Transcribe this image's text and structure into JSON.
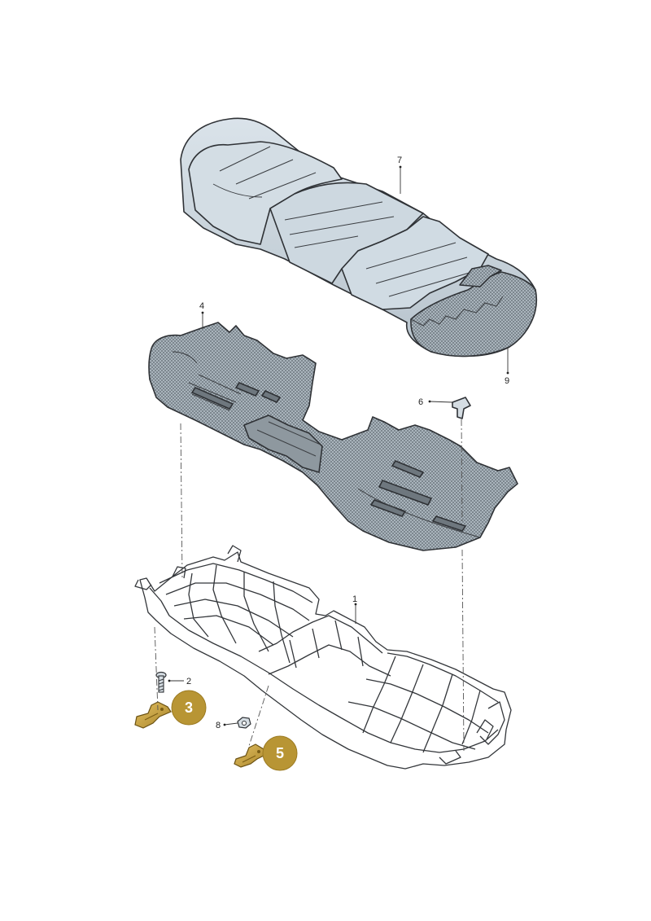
{
  "callouts": {
    "p1": "1",
    "p2": "2",
    "p4": "4",
    "p6": "6",
    "p7": "7",
    "p8": "8",
    "p9": "9"
  },
  "badges": {
    "b3": "3",
    "b5": "5"
  },
  "colors": {
    "cushion_fill": "#c9d4dc",
    "foam_fill": "#bcc6cd",
    "badge_fill": "#b89534",
    "bracket_fill": "#c9a23c",
    "frame_stroke": "#33363a"
  }
}
